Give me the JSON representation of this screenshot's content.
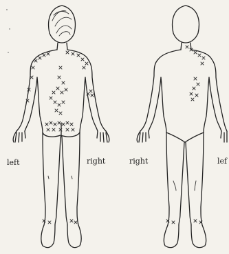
{
  "labels": {
    "back_left": "left",
    "back_right": "right",
    "front_right": "right",
    "front_left": "lef"
  },
  "mark_symbol": "x"
}
